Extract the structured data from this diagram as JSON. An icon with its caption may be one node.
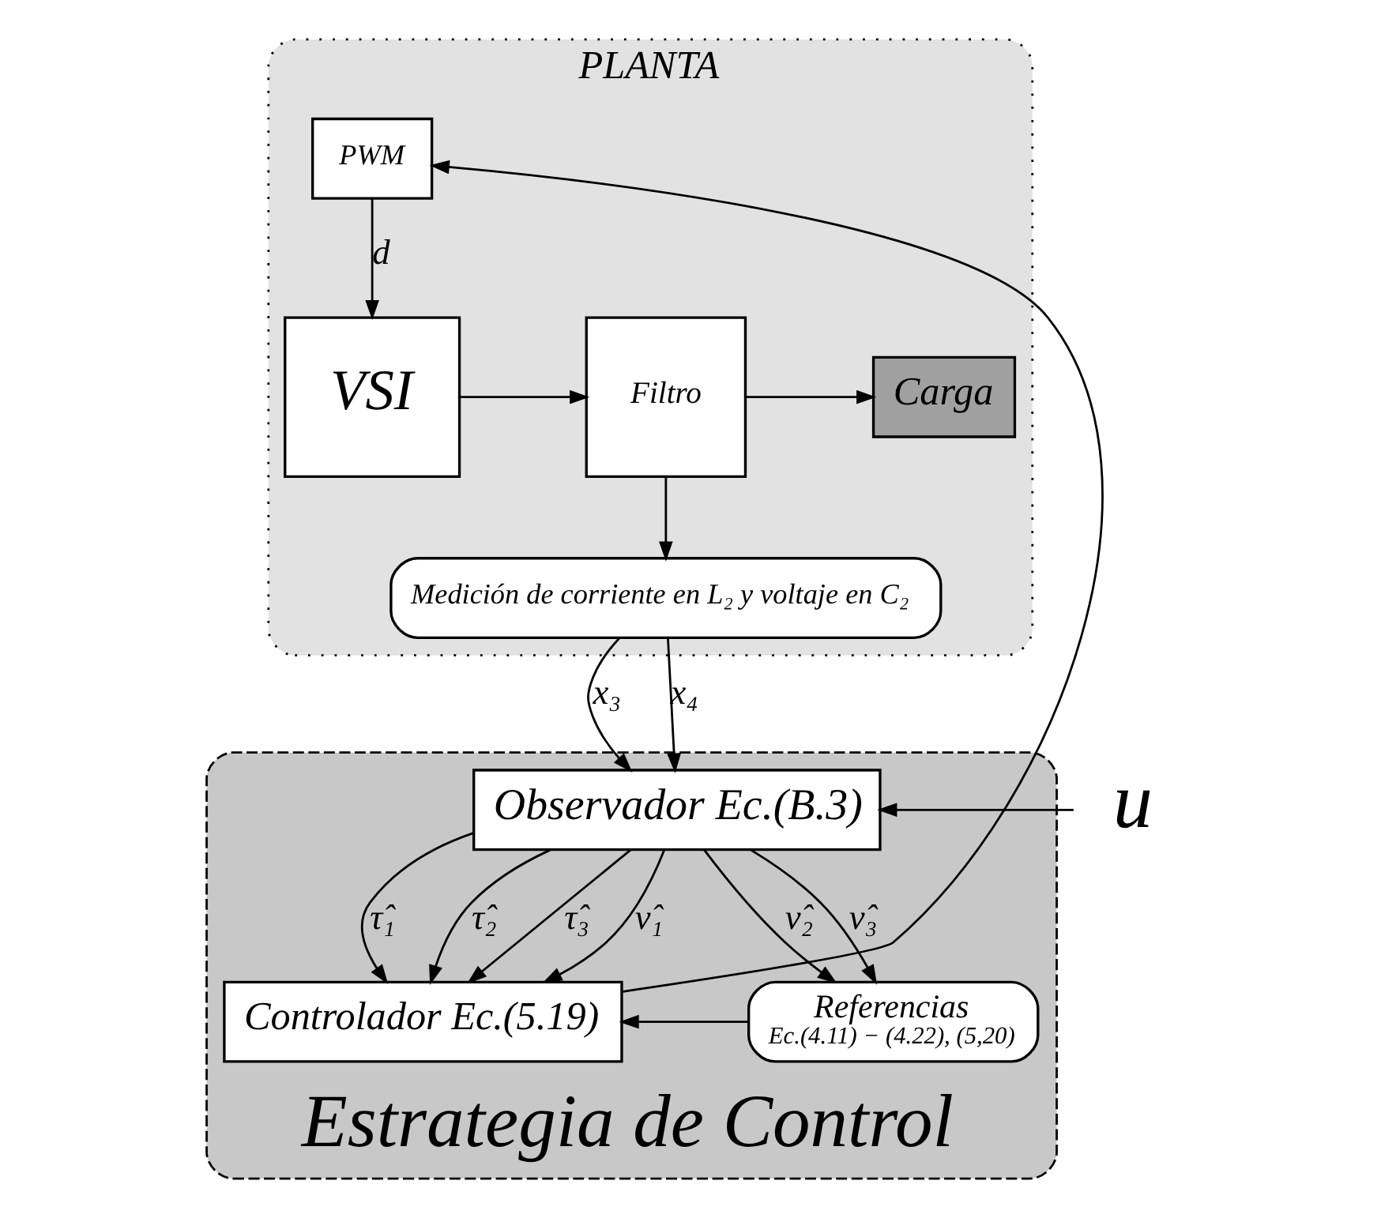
{
  "diagram": {
    "nodes": [
      {
        "text": [
          "PLANTA"
        ]
      },
      {
        "text": [
          "VSI"
        ],
        "in": 0
      },
      {
        "text": [
          "Filtro"
        ],
        "in": 0
      },
      {
        "text": [
          "Carga"
        ],
        "in": 0
      },
      {
        "text": [
          "PWM"
        ],
        "in": 0
      },
      {
        "text": [
          "Medición de corriente en L₂ y voltaje en C₂"
        ],
        "in": 0
      },
      {
        "text": [
          "Estrategia de Control"
        ]
      },
      {
        "text": [
          "Observador Ec.(B.3)"
        ],
        "in": 6
      },
      {
        "text": [
          "Controlador Ec.(5.19)"
        ],
        "in": 6
      },
      {
        "text": [
          "Referencias",
          "Ec.(4.11) − (4.22), (5,20)"
        ],
        "in": 6
      },
      {
        "text": [
          "u"
        ]
      }
    ],
    "edges": [
      {
        "from": 4,
        "to": 1,
        "arrow": "to",
        "label": "d"
      },
      {
        "from": 1,
        "to": 2,
        "arrow": "to"
      },
      {
        "from": 2,
        "to": 3,
        "arrow": "to"
      },
      {
        "from": 2,
        "to": 5,
        "arrow": "to"
      },
      {
        "from": 5,
        "to": 7,
        "arrow": "to",
        "label": "x₃"
      },
      {
        "from": 5,
        "to": 7,
        "arrow": "to",
        "label": "x₄"
      },
      {
        "from": 10,
        "to": 7,
        "arrow": "to"
      },
      {
        "from": 7,
        "to": 8,
        "arrow": "to",
        "label": "τ̂₁"
      },
      {
        "from": 7,
        "to": 8,
        "arrow": "to",
        "label": "τ̂₂"
      },
      {
        "from": 7,
        "to": 8,
        "arrow": "to",
        "label": "τ̂₃"
      },
      {
        "from": 7,
        "to": 8,
        "arrow": "to",
        "label": "ν̂₁"
      },
      {
        "from": 7,
        "to": 9,
        "arrow": "to",
        "label": "ν̂₂"
      },
      {
        "from": 7,
        "to": 9,
        "arrow": "to",
        "label": "ν̂₃"
      },
      {
        "from": 9,
        "to": 8,
        "arrow": "to"
      },
      {
        "from": 8,
        "to": 4,
        "arrow": "to"
      }
    ]
  }
}
